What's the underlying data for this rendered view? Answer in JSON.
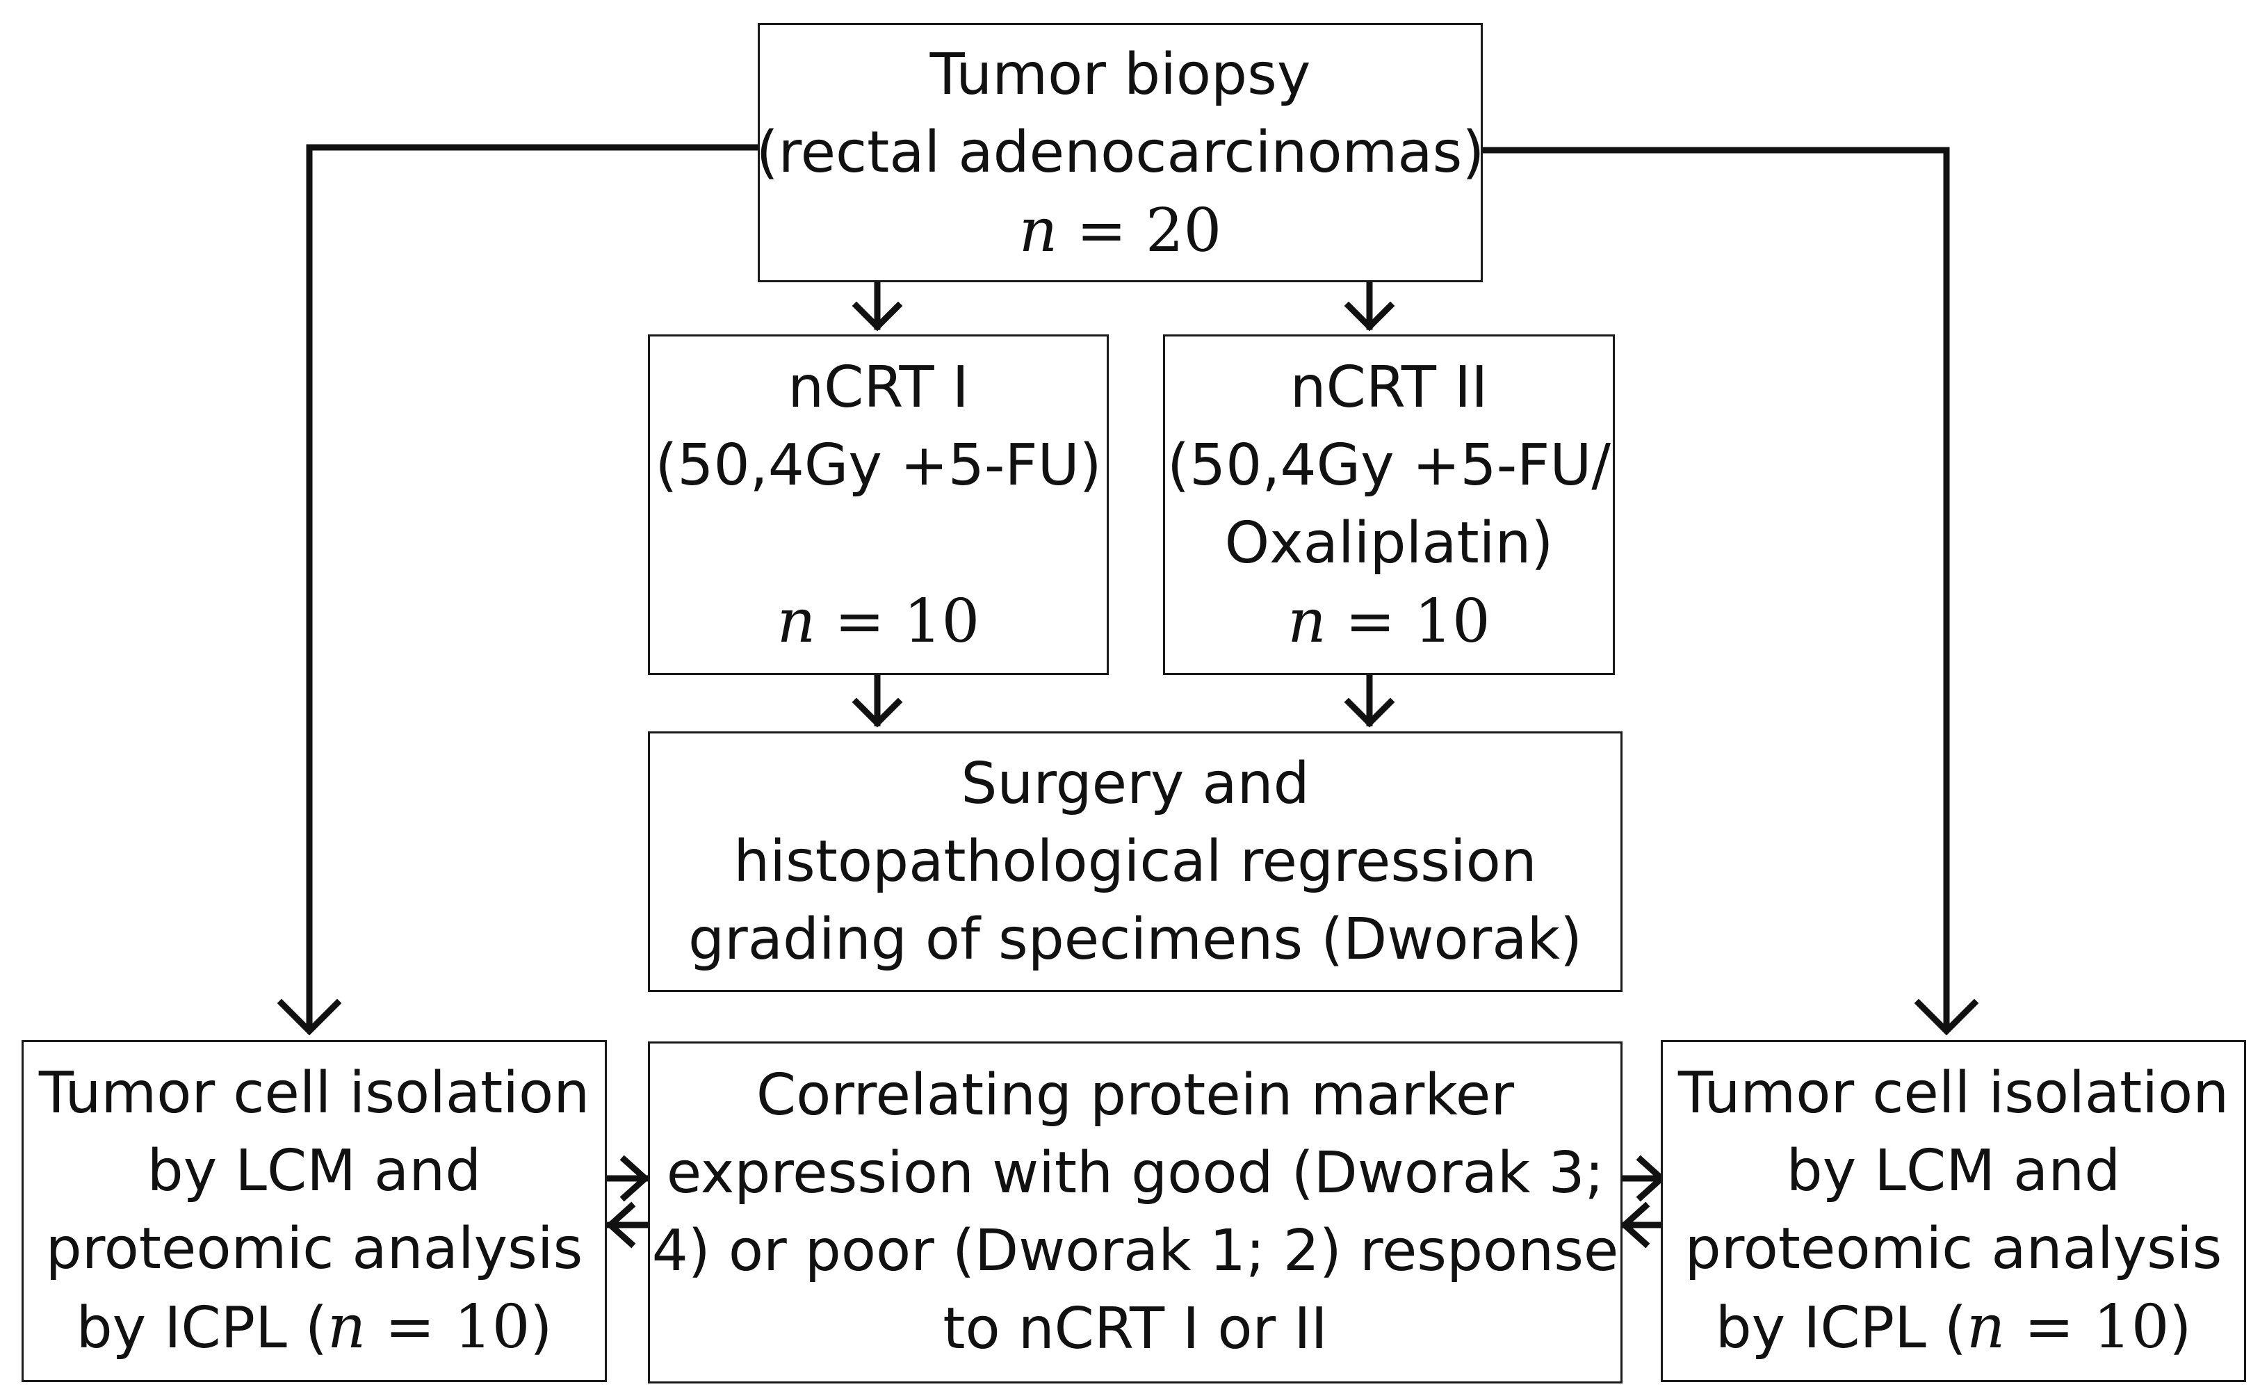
{
  "diagram": {
    "top": {
      "line1": "Tumor biopsy",
      "line2": "(rectal adenocarcinomas)",
      "n_var": "n",
      "n_rest": " = 20"
    },
    "ncrt1": {
      "line1": "nCRT I",
      "line2": "(50,4Gy +5-FU)",
      "n_var": "n",
      "n_rest": " = 10"
    },
    "ncrt2": {
      "line1": "nCRT II",
      "line2": "(50,4Gy +5-FU/",
      "line3": "Oxaliplatin)",
      "n_var": "n",
      "n_rest": " = 10"
    },
    "surgery": {
      "line1": "Surgery and",
      "line2": "histopathological regression",
      "line3": "grading of specimens (Dworak)"
    },
    "left": {
      "line1": "Tumor cell isolation",
      "line2": "by LCM and",
      "line3": "proteomic analysis",
      "line4_prefix": "by ICPL (",
      "n_var": "n",
      "n_rest": " = 10",
      "line4_suffix": ")"
    },
    "center": {
      "line1": "Correlating protein marker",
      "line2": "expression with good (Dworak 3;",
      "line3": "4) or poor (Dworak 1; 2) response",
      "line4": "to nCRT I or II"
    },
    "right": {
      "line1": "Tumor cell isolation",
      "line2": "by LCM and",
      "line3": "proteomic analysis",
      "line4_prefix": "by ICPL (",
      "n_var": "n",
      "n_rest": " = 10",
      "line4_suffix": ")"
    }
  }
}
